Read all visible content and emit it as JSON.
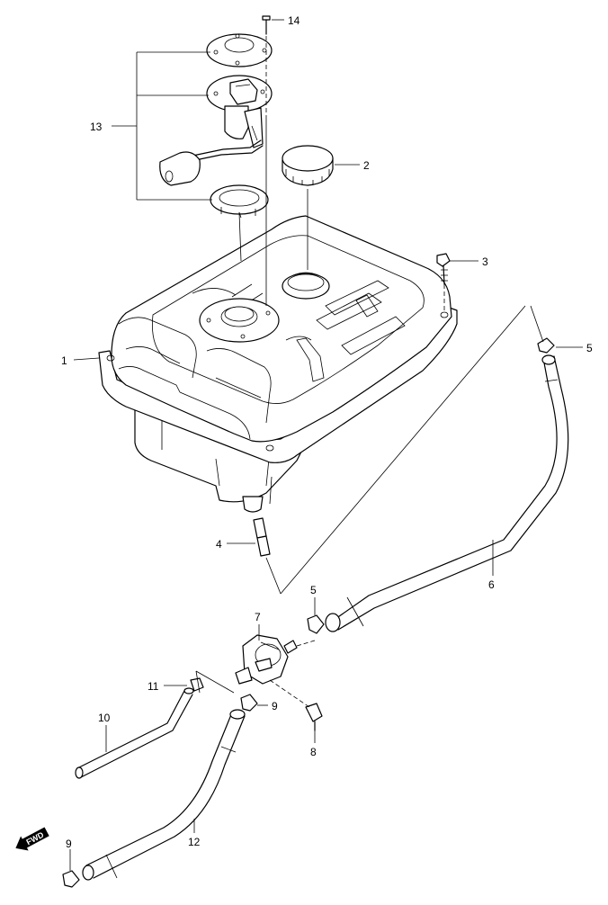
{
  "callouts": {
    "c1": "1",
    "c2": "2",
    "c3": "3",
    "c4": "4",
    "c5a": "5",
    "c5b": "5",
    "c6": "6",
    "c7": "7",
    "c8": "8",
    "c9a": "9",
    "c9b": "9",
    "c10": "10",
    "c11": "11",
    "c12": "12",
    "c13": "13",
    "c14": "14"
  },
  "fwd_badge": "FWD",
  "colors": {
    "line": "#000000",
    "background": "#ffffff"
  }
}
